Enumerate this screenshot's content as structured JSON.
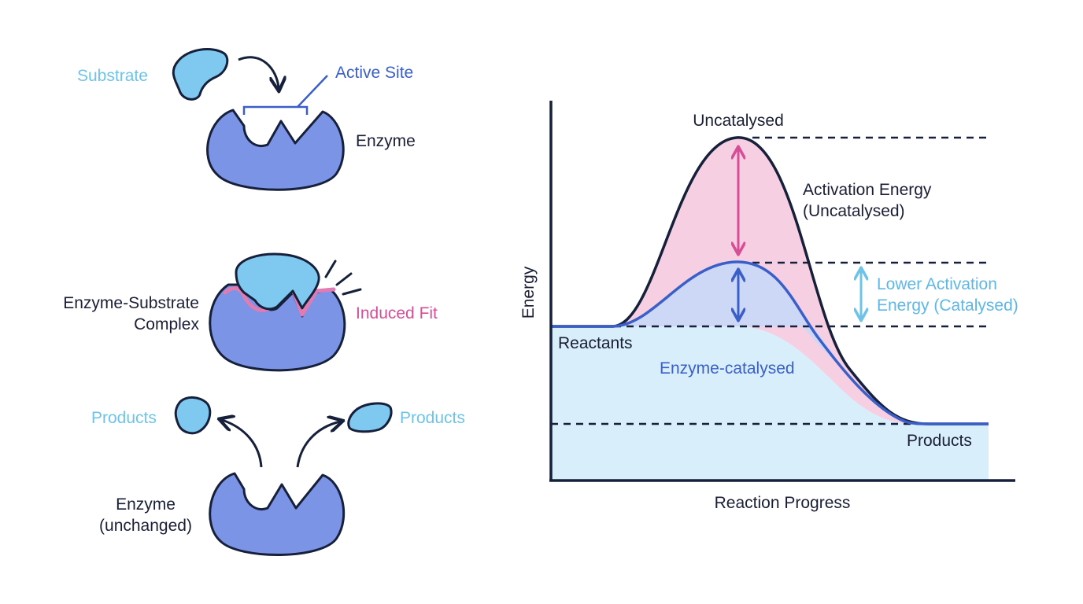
{
  "labels": {
    "substrate": "Substrate",
    "active_site": "Active Site",
    "enzyme": "Enzyme",
    "es_complex_line1": "Enzyme-Substrate",
    "es_complex_line2": "Complex",
    "induced_fit": "Induced Fit",
    "products_left": "Products",
    "products_right": "Products",
    "enzyme_unchanged_line1": "Enzyme",
    "enzyme_unchanged_line2": "(unchanged)"
  },
  "chart": {
    "y_axis_label": "Energy",
    "x_axis_label": "Reaction Progress",
    "uncatalysed": "Uncatalysed",
    "activation_uncat_line1": "Activation Energy",
    "activation_uncat_line2": "(Uncatalysed)",
    "lower_act_line1": "Lower Activation",
    "lower_act_line2": "Energy (Catalysed)",
    "reactants": "Reactants",
    "enzyme_catalysed": "Enzyme-catalysed",
    "products": "Products"
  },
  "colors": {
    "enzyme_fill": "#7b94e6",
    "substrate_fill": "#7fc8ef",
    "outline": "#16203a",
    "uncatalysed_fill": "#f6cfe2",
    "catalysed_fill": "#cdd7f6",
    "baseline_fill": "#d8eefa",
    "catalysed_curve": "#3a5fc8",
    "pink_accent": "#d64f96",
    "light_blue_accent": "#6ec4e8"
  }
}
